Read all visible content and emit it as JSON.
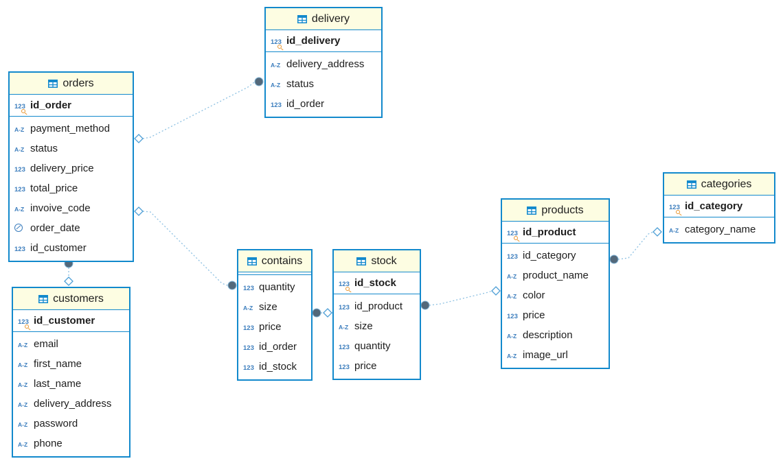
{
  "icons": {
    "table": "grid-table",
    "numeric": "123",
    "text": "A-Z",
    "datetime": "clock",
    "primary_key": "key"
  },
  "colors": {
    "table_border": "#1289cc",
    "header_fill": "#fdfde2",
    "type_icon_blue": "#3b7dbd",
    "key_orange": "#e8952e",
    "relationship_line": "#8cc0e2",
    "many_end_fill": "#53687a",
    "one_end_stroke": "#4d9fd6"
  },
  "tables": {
    "delivery": {
      "title": "delivery",
      "columns": [
        {
          "name": "id_delivery",
          "type": "numeric",
          "pk": true
        },
        {
          "name": "delivery_address",
          "type": "text"
        },
        {
          "name": "status",
          "type": "text"
        },
        {
          "name": "id_order",
          "type": "numeric"
        }
      ]
    },
    "orders": {
      "title": "orders",
      "columns": [
        {
          "name": "id_order",
          "type": "numeric",
          "pk": true
        },
        {
          "name": "payment_method",
          "type": "text"
        },
        {
          "name": "status",
          "type": "text"
        },
        {
          "name": "delivery_price",
          "type": "numeric"
        },
        {
          "name": "total_price",
          "type": "numeric"
        },
        {
          "name": "invoive_code",
          "type": "text"
        },
        {
          "name": "order_date",
          "type": "datetime"
        },
        {
          "name": "id_customer",
          "type": "numeric"
        }
      ]
    },
    "customers": {
      "title": "customers",
      "columns": [
        {
          "name": "id_customer",
          "type": "numeric",
          "pk": true
        },
        {
          "name": "email",
          "type": "text"
        },
        {
          "name": "first_name",
          "type": "text"
        },
        {
          "name": "last_name",
          "type": "text"
        },
        {
          "name": "delivery_address",
          "type": "text"
        },
        {
          "name": "password",
          "type": "text"
        },
        {
          "name": "phone",
          "type": "text"
        }
      ]
    },
    "contains": {
      "title": "contains",
      "columns": [
        {
          "name": "quantity",
          "type": "numeric"
        },
        {
          "name": "size",
          "type": "text"
        },
        {
          "name": "price",
          "type": "numeric"
        },
        {
          "name": "id_order",
          "type": "numeric"
        },
        {
          "name": "id_stock",
          "type": "numeric"
        }
      ]
    },
    "stock": {
      "title": "stock",
      "columns": [
        {
          "name": "id_stock",
          "type": "numeric",
          "pk": true
        },
        {
          "name": "id_product",
          "type": "numeric"
        },
        {
          "name": "size",
          "type": "text"
        },
        {
          "name": "quantity",
          "type": "numeric"
        },
        {
          "name": "price",
          "type": "numeric"
        }
      ]
    },
    "products": {
      "title": "products",
      "columns": [
        {
          "name": "id_product",
          "type": "numeric",
          "pk": true
        },
        {
          "name": "id_category",
          "type": "numeric"
        },
        {
          "name": "product_name",
          "type": "text"
        },
        {
          "name": "color",
          "type": "text"
        },
        {
          "name": "price",
          "type": "numeric"
        },
        {
          "name": "description",
          "type": "text"
        },
        {
          "name": "image_url",
          "type": "text"
        }
      ]
    },
    "categories": {
      "title": "categories",
      "columns": [
        {
          "name": "id_category",
          "type": "numeric",
          "pk": true
        },
        {
          "name": "category_name",
          "type": "text"
        }
      ]
    }
  },
  "relationships": [
    {
      "source": "orders",
      "target": "delivery",
      "source_glyph": "open-diamond",
      "target_glyph": "filled-circle",
      "line_style": "dotted"
    },
    {
      "source": "orders",
      "target": "contains",
      "source_glyph": "open-diamond",
      "target_glyph": "filled-circle",
      "line_style": "dotted"
    },
    {
      "source": "orders",
      "target": "customers",
      "source_glyph": "filled-circle",
      "target_glyph": "open-diamond",
      "line_style": "dotted"
    },
    {
      "source": "contains",
      "target": "stock",
      "source_glyph": "filled-circle",
      "target_glyph": "open-diamond",
      "line_style": "dotted"
    },
    {
      "source": "stock",
      "target": "products",
      "source_glyph": "filled-circle",
      "target_glyph": "open-diamond",
      "line_style": "dotted"
    },
    {
      "source": "products",
      "target": "categories",
      "source_glyph": "filled-circle",
      "target_glyph": "open-diamond",
      "line_style": "dotted"
    }
  ]
}
